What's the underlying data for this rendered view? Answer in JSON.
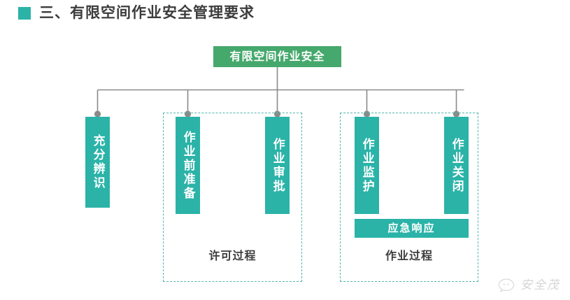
{
  "page": {
    "background_color": "#ffffff",
    "teal": "#2bb3a8",
    "root_green": "#45a86c",
    "dash_color": "#53b5ac",
    "connector_color": "#8a8a8a"
  },
  "header": {
    "bullet_icon": "teal-square-icon",
    "title": "三、有限空间作业安全管理要求"
  },
  "diagram": {
    "root": {
      "label": "有限空间作业安全"
    },
    "nodes": [
      {
        "id": "node-1",
        "label": "充分辨识",
        "name": "node-sufficient-identification"
      },
      {
        "id": "node-2",
        "label": "作业前准备",
        "name": "node-pre-work-preparation"
      },
      {
        "id": "node-3",
        "label": "作业审批",
        "name": "node-work-approval"
      },
      {
        "id": "node-4",
        "label": "作业监护",
        "name": "node-work-supervision"
      },
      {
        "id": "node-5",
        "label": "作业关闭",
        "name": "node-work-closure"
      }
    ],
    "emergency_box": {
      "label": "应急响应"
    },
    "groups": [
      {
        "id": "group-permit",
        "label": "许可过程"
      },
      {
        "id": "group-operation",
        "label": "作业过程"
      }
    ]
  },
  "watermark": {
    "icon": "chat-bubble-icon",
    "text": "安全茂"
  }
}
